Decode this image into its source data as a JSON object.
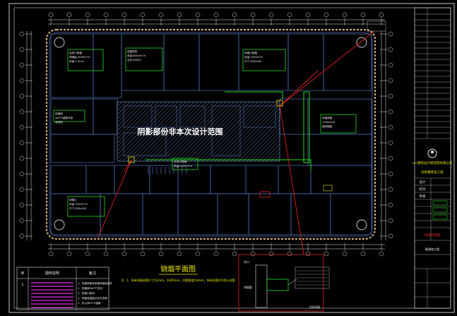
{
  "drawing": {
    "hatch_label": "阴影部份非本次设计范围",
    "plan_title": "销烟平面图",
    "plan_note": "注：1、所有排烟风管尺寸为1mm，外径5mm，内壁厚度为4mm，所有风管均为防火风管"
  },
  "legend": {
    "header_left": "序",
    "header_mid": "图例说明",
    "header_right": "备注",
    "row_no": "1",
    "right_lines": [
      "1、排烟风管采用镀锌钢板制作",
      "2、排烟阀280℃关闭",
      "3、排烟口常闭",
      "4、风管保温做法详见说明",
      "5、防火阀70℃熔断"
    ]
  },
  "detail": {
    "label_a": "风口",
    "label_b": "排烟管",
    "bottom_label": "大样详图"
  },
  "title_block": {
    "company": "××建筑设计研究院有限公司",
    "project": "住院楼改造工程",
    "design_label": "设计",
    "check_label": "校对",
    "approve_label": "审核",
    "drawing_name": "排烟平面图",
    "sheet_label": "暖通施工图"
  },
  "annotation_boxes": [
    {
      "lines": [
        "送风口规格",
        "排烟量:3000m³/h",
        "风速:3.5m/s"
      ]
    },
    {
      "lines": [
        "排烟风机",
        "风量:8000m³/h",
        "全压:600Pa"
      ]
    },
    {
      "lines": [
        "排烟口规格",
        "风量:2500m³/h",
        "尺寸:500x400"
      ]
    },
    {
      "lines": [
        "排烟阀",
        "280℃熔断关闭",
        "常闭型"
      ]
    },
    {
      "lines": [
        "补风口规格",
        "风量:4000m³/h"
      ]
    },
    {
      "lines": [
        "排烟口",
        "风量:3200m³/h",
        "尺寸:630x400"
      ]
    },
    {
      "lines": [
        "风管规格",
        "1000x400",
        "镀锌钢板"
      ]
    }
  ],
  "colors": {
    "frame": "#c8c8c8",
    "walls": "#4a6aa8",
    "green": "#22dd22",
    "red": "#dd2222",
    "yellow": "#e8e800",
    "magenta": "#e030e0"
  }
}
